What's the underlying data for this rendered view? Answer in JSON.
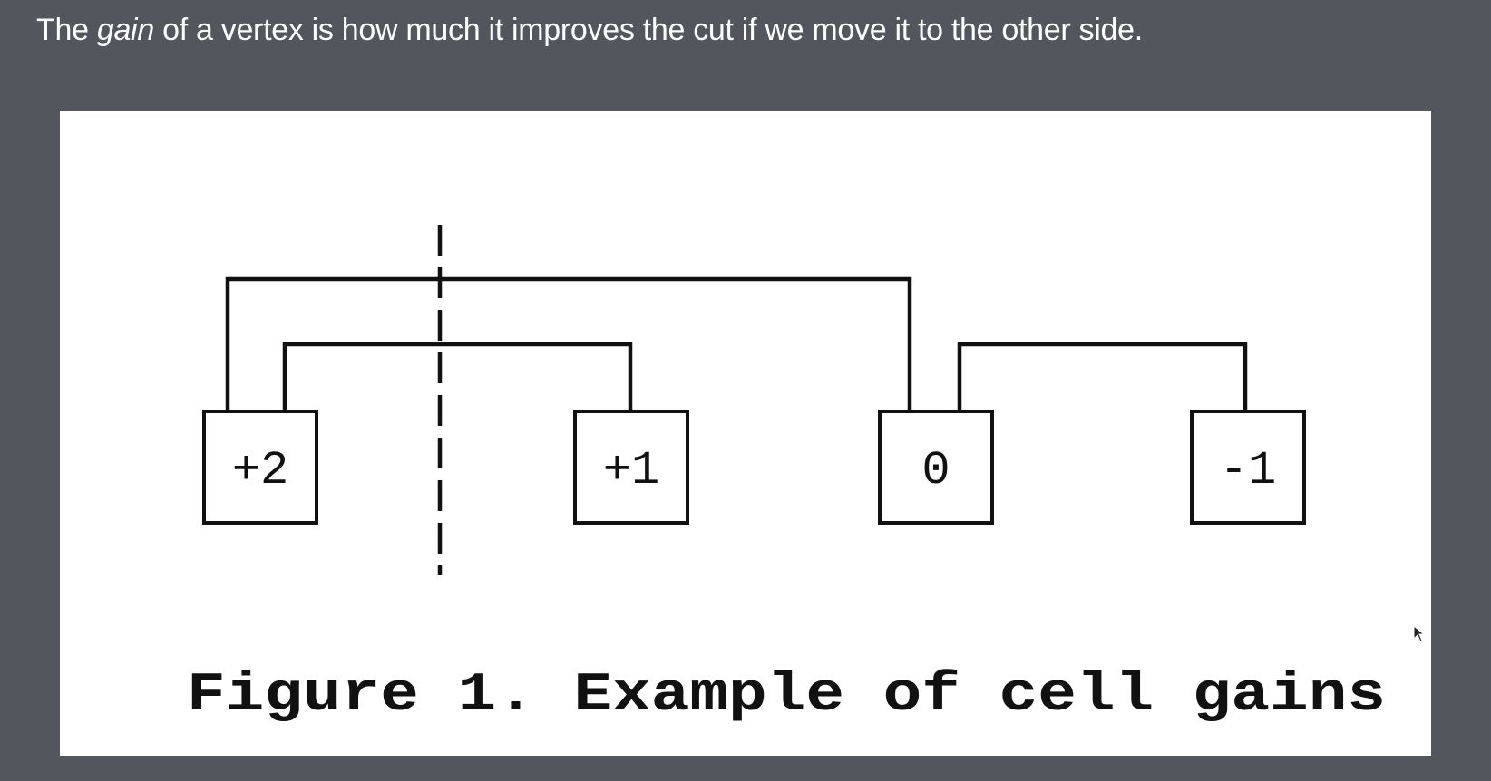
{
  "header": {
    "text_before": "The ",
    "emphasis": "gain",
    "text_after": " of a vertex is how much it improves the cut if we move it to the other side."
  },
  "figure": {
    "cells": [
      {
        "label": "+2"
      },
      {
        "label": "+1"
      },
      {
        "label": "0"
      },
      {
        "label": "-1"
      }
    ],
    "caption": "Figure 1. Example of cell gains"
  },
  "colors": {
    "background": "#53565c",
    "panel": "#ffffff",
    "ink": "#111111"
  },
  "icons": {
    "cursor": "mouse-pointer-icon"
  }
}
